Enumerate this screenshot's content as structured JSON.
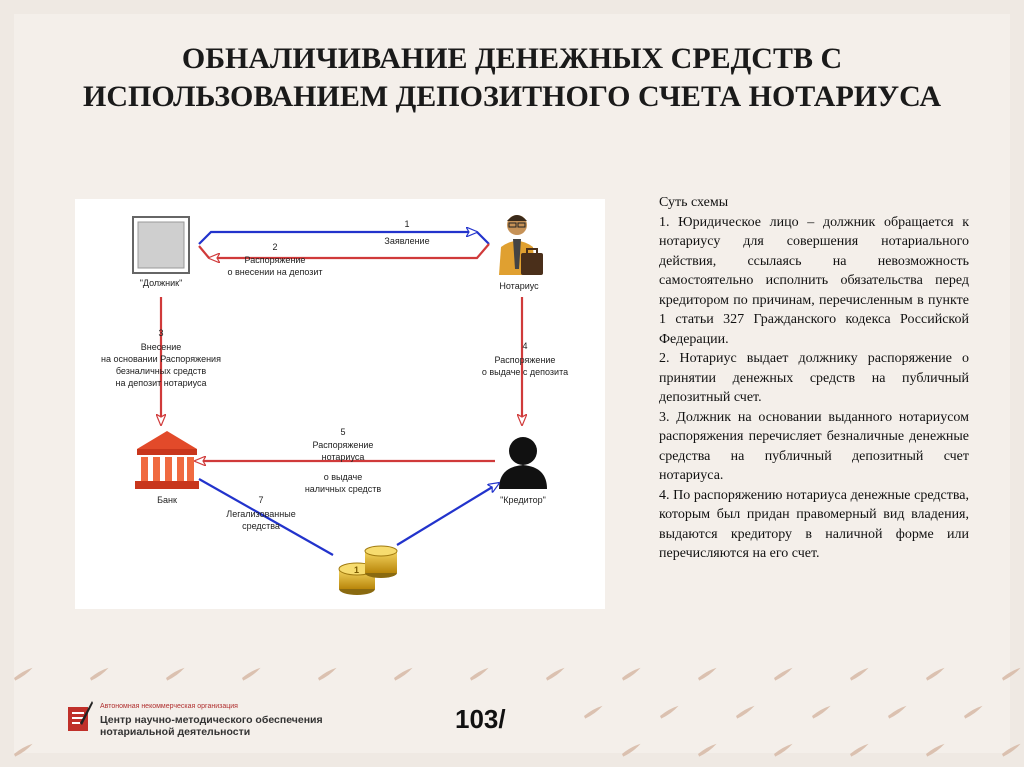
{
  "title": "ОБНАЛИЧИВАНИЕ ДЕНЕЖНЫХ СРЕДСТВ С ИСПОЛЬЗОВАНИЕМ ДЕПОЗИТНОГО СЧЕТА НОТАРИУСА",
  "diagram": {
    "nodes": {
      "debtor": "\"Должник\"",
      "notary": "Нотариус",
      "bank": "Банк",
      "creditor": "\"Кредитор\""
    },
    "steps": {
      "s1": {
        "num": "1",
        "text": "Заявление"
      },
      "s2": {
        "num": "2",
        "line1": "Распоряжение",
        "line2": "о внесении на депозит"
      },
      "s3": {
        "num": "3",
        "line1": "Внесение",
        "line2": "на основании Распоряжения",
        "line3": "безналичных средств",
        "line4": "на депозит нотариуса"
      },
      "s4": {
        "num": "4",
        "line1": "Распоряжение",
        "line2": "о выдаче с депозита"
      },
      "s5": {
        "num": "5",
        "line1": "Распоряжение",
        "line2": "нотариуса",
        "line3": "о выдаче",
        "line4": "наличных средств"
      },
      "s7": {
        "num": "7",
        "line1": "Легализованные",
        "line2": "средства"
      }
    }
  },
  "description": {
    "heading": "Суть схемы",
    "items": [
      "1. Юридическое лицо – должник обращается к нотариусу для совершения нотариального действия, ссылаясь на невозможность самостоятельно исполнить обязательства перед кредитором по причинам, перечисленным в пункте 1 статьи 327 Гражданского кодекса Российской Федерации.",
      "2. Нотариус выдает должнику распоряжение о принятии денежных средств на публичный депозитный счет.",
      "3. Должник на основании выданного нотариусом распоряжения перечисляет безналичные денежные средства на публичный депозитный счет нотариуса.",
      "4. По распоряжению нотариуса денежные средства, которым был придан правомерный вид владения, выдаются кредитору в наличной форме или перечисляются на его счет."
    ]
  },
  "footer": {
    "org_small": "Автономная некоммерческая организация",
    "org_line1": "Центр научно-методического обеспечения",
    "org_line2": "нотариальной деятельности",
    "page": "103/"
  },
  "colors": {
    "red": "#d03a3a",
    "blue": "#2233cc",
    "brand": "#c0302a"
  }
}
